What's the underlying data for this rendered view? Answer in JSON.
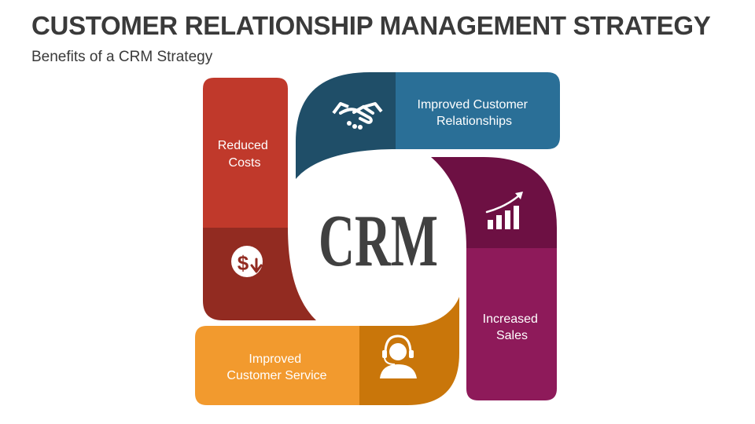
{
  "title": "CUSTOMER RELATIONSHIP MANAGEMENT STRATEGY",
  "subtitle": "Benefits of a CRM Strategy",
  "center_text": "CRM",
  "blocks": [
    {
      "label_lines": [
        "Reduced",
        "Costs"
      ],
      "icon": "dollar-down-icon",
      "color": "#c0392b",
      "dark_color": "#922b21"
    },
    {
      "label_lines": [
        "Improved Customer",
        "Relationships"
      ],
      "icon": "handshake-icon",
      "color": "#2a6f97",
      "dark_color": "#1f4e68"
    },
    {
      "label_lines": [
        "Increased",
        "Sales"
      ],
      "icon": "growth-chart-icon",
      "color": "#8e1a5a",
      "dark_color": "#6d1043"
    },
    {
      "label_lines": [
        "Improved",
        "Customer Service"
      ],
      "icon": "headset-agent-icon",
      "color": "#f29a2e",
      "dark_color": "#c9760a"
    }
  ]
}
